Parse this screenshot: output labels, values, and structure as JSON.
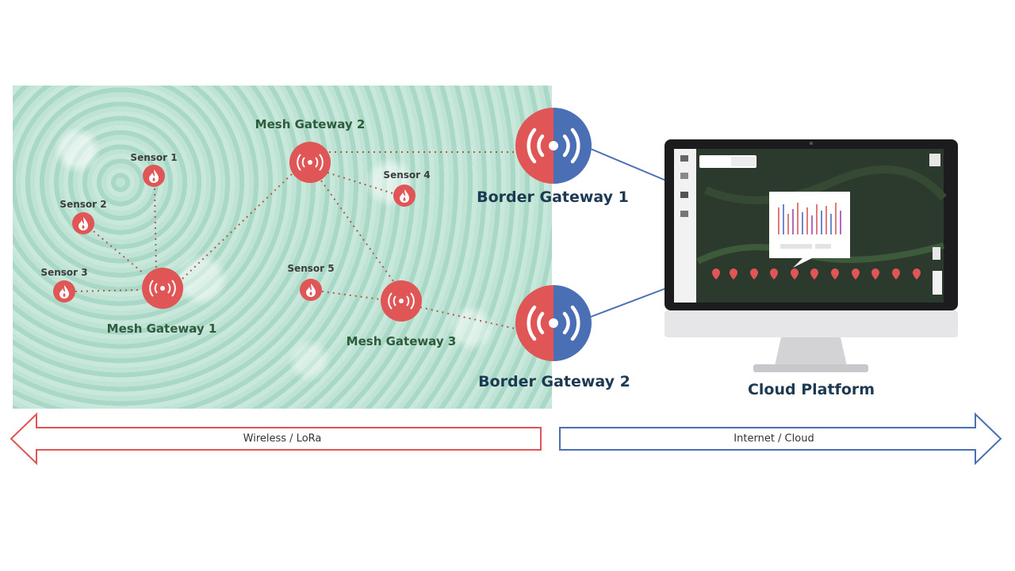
{
  "nodes": {
    "sensor1": "Sensor 1",
    "sensor2": "Sensor 2",
    "sensor3": "Sensor 3",
    "sensor4": "Sensor 4",
    "sensor5": "Sensor 5",
    "mesh1": "Mesh Gateway 1",
    "mesh2": "Mesh Gateway 2",
    "mesh3": "Mesh Gateway 3",
    "border1": "Border Gateway 1",
    "border2": "Border Gateway 2",
    "cloud": "Cloud Platform"
  },
  "arrows": {
    "wireless": "Wireless / LoRa",
    "internet": "Internet / Cloud"
  },
  "colors": {
    "red": "#e05555",
    "blue": "#4a6fb5",
    "dots": "#b05a4a",
    "forest": "#b5ddcd"
  },
  "icons": {
    "sensor": "flame-icon",
    "gateway": "radio-signal-icon",
    "cloud": "monitor-icon"
  }
}
